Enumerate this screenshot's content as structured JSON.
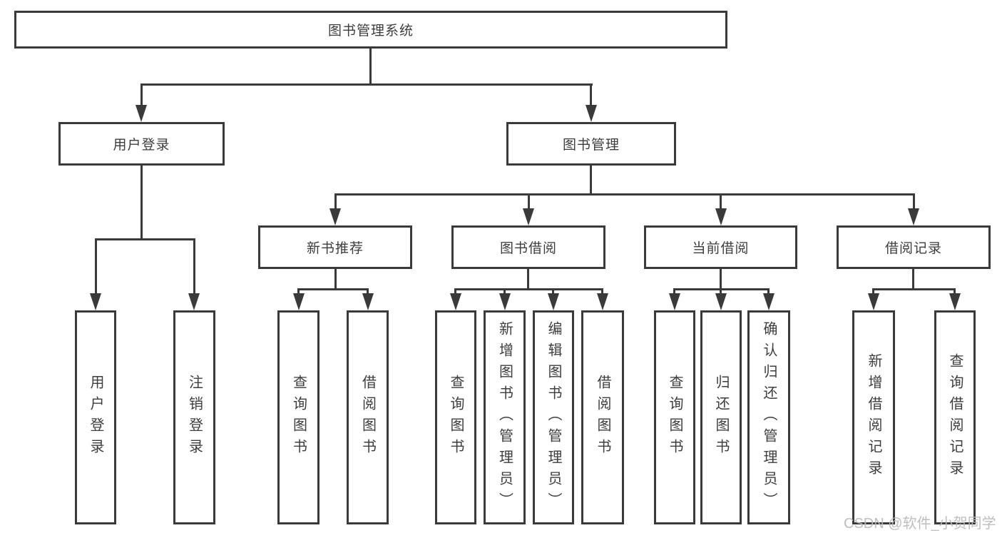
{
  "root": {
    "label": "图书管理系统"
  },
  "level2": {
    "user_login": {
      "label": "用户登录"
    },
    "book_mgmt": {
      "label": "图书管理"
    }
  },
  "level3": {
    "new_book_rec": {
      "label": "新书推荐"
    },
    "book_borrow": {
      "label": "图书借阅"
    },
    "current_borrow": {
      "label": "当前借阅"
    },
    "borrow_record": {
      "label": "借阅记录"
    }
  },
  "leaves": {
    "user_login": [
      {
        "label": "用户登录"
      },
      {
        "label": "注销登录"
      }
    ],
    "new_book_rec": [
      {
        "label": "查询图书"
      },
      {
        "label": "借阅图书"
      }
    ],
    "book_borrow": [
      {
        "label": "查询图书"
      },
      {
        "label": "新增图书（管理员）"
      },
      {
        "label": "编辑图书（管理员）"
      },
      {
        "label": "借阅图书"
      }
    ],
    "current_borrow": [
      {
        "label": "查询图书"
      },
      {
        "label": "归还图书"
      },
      {
        "label": "确认归还（管理员）"
      }
    ],
    "borrow_record": [
      {
        "label": "新增借阅记录"
      },
      {
        "label": "查询借阅记录"
      }
    ]
  },
  "watermark": {
    "label": "CSDN @软件_小贺同学"
  },
  "colors": {
    "line": "#3a3a3a",
    "text": "#3d3d3d",
    "watermark": "#b9b9b9",
    "background": "#ffffff"
  }
}
